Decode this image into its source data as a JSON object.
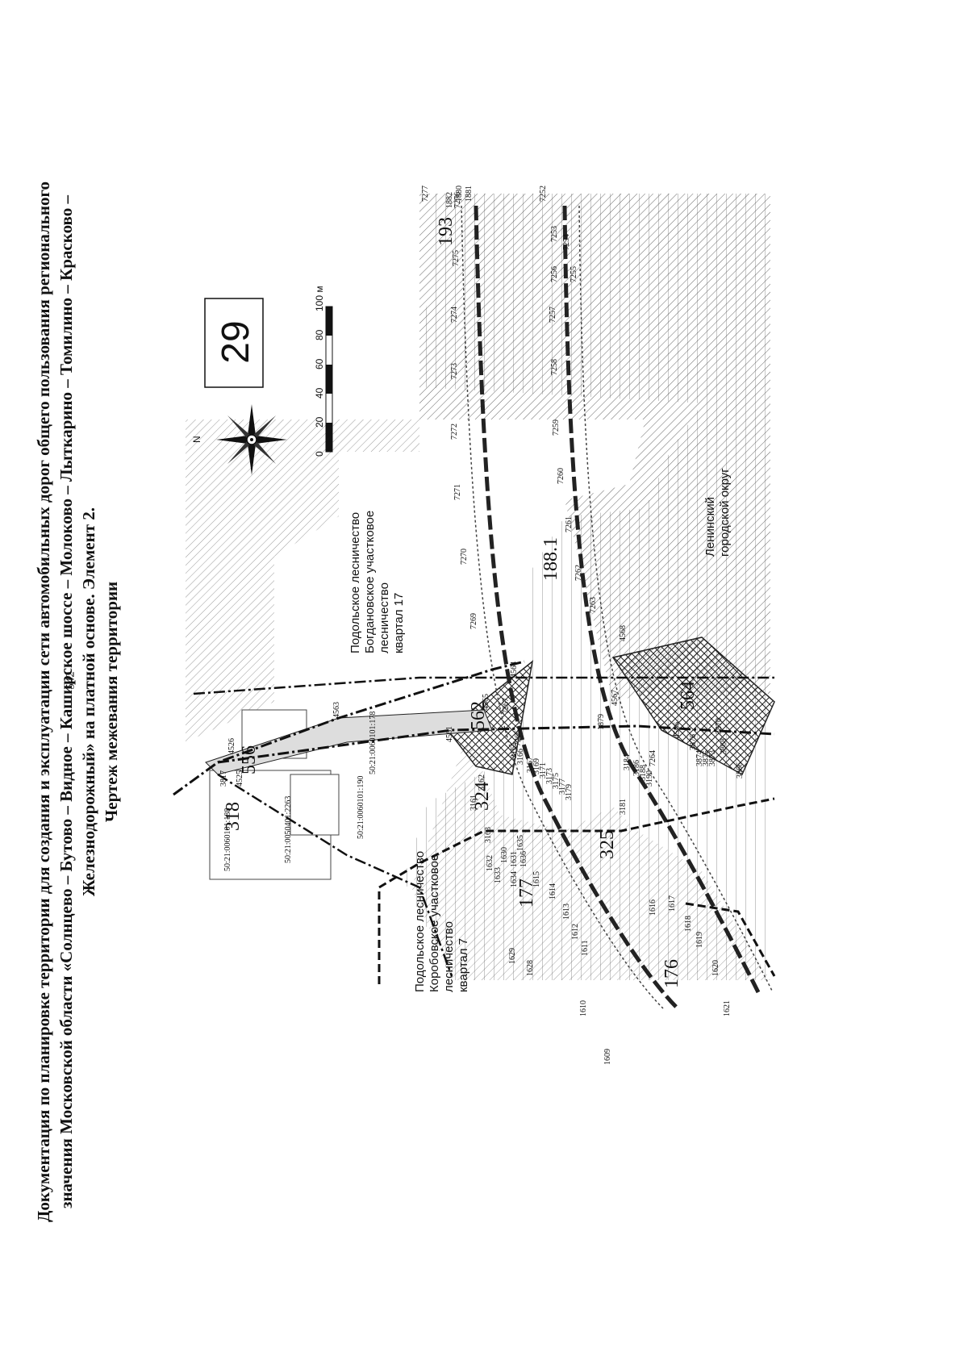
{
  "page_number": "542",
  "title": {
    "line1": "Документация по планировке территории для создания и эксплуатации сети автомобильных дорог общего пользования регионального",
    "line2": "значения Московской области «Солнцево – Бутово – Видное – Каширское шоссе – Молоково – Лыткарино – Томилино – Красково –",
    "line3": "Железнодорожный» на платной основе. Элемент 2.",
    "line4": "Чертеж межевания территории"
  },
  "sheet_number": "29",
  "compass": {
    "north_letter": "N",
    "icon": "compass-rose-icon"
  },
  "scale_bar": {
    "ticks": [
      "0",
      "20",
      "40",
      "60",
      "80",
      "100 м"
    ]
  },
  "labels": {
    "forest_bogdanovskoe": [
      "Подольское лесничество",
      "Богдановское участковое",
      "лесничество",
      "квартал 17"
    ],
    "forest_korobovskoe": [
      "Подольское лесничество",
      "Коробовское участковое",
      "лесничество",
      "квартал 7"
    ],
    "district": [
      "Ленинский",
      "городской округ"
    ]
  },
  "parcel_ids": [
    "193",
    "188.1",
    "556",
    "324",
    "325",
    "177",
    "176",
    "318",
    "562",
    "564"
  ],
  "cadastral": [
    "50:21:0060101:188",
    "50:21:0050401:2263",
    "50:21:0060101:190",
    "50:21:0060101:178"
  ],
  "point_labels": {
    "top_road": [
      "7276",
      "7275",
      "7274",
      "7273",
      "7272",
      "7271",
      "7270",
      "7269",
      "4564"
    ],
    "bottom_road": [
      "7253",
      "7256",
      "7257",
      "7258",
      "7259",
      "7260",
      "7261",
      "7262",
      "7263",
      "4568"
    ],
    "bottom_road_inner": [
      "7252",
      "7254",
      "7255"
    ],
    "top_right": [
      "7277",
      "1882",
      "1880",
      "1881"
    ],
    "center": [
      "4563",
      "4565",
      "7267",
      "7266",
      "4561",
      "4526",
      "3817",
      "4525",
      "1879",
      "4567",
      "4566",
      "7264",
      "3876",
      "3874",
      "3875",
      "3873",
      "3870",
      "3868",
      "3866"
    ],
    "mid": [
      "3161",
      "3162",
      "3163",
      "3165",
      "3166",
      "3167",
      "3169",
      "3171",
      "3173",
      "3175",
      "3177",
      "3179",
      "3181",
      "3184",
      "3186",
      "3188",
      "3190"
    ],
    "left": [
      "1630",
      "1631",
      "1632",
      "1633",
      "1634",
      "1635",
      "1636",
      "1615",
      "1614",
      "1613",
      "1612",
      "1611",
      "1629",
      "1628",
      "1610",
      "1609",
      "1616",
      "1617",
      "1618",
      "1619",
      "1620",
      "1621"
    ]
  }
}
